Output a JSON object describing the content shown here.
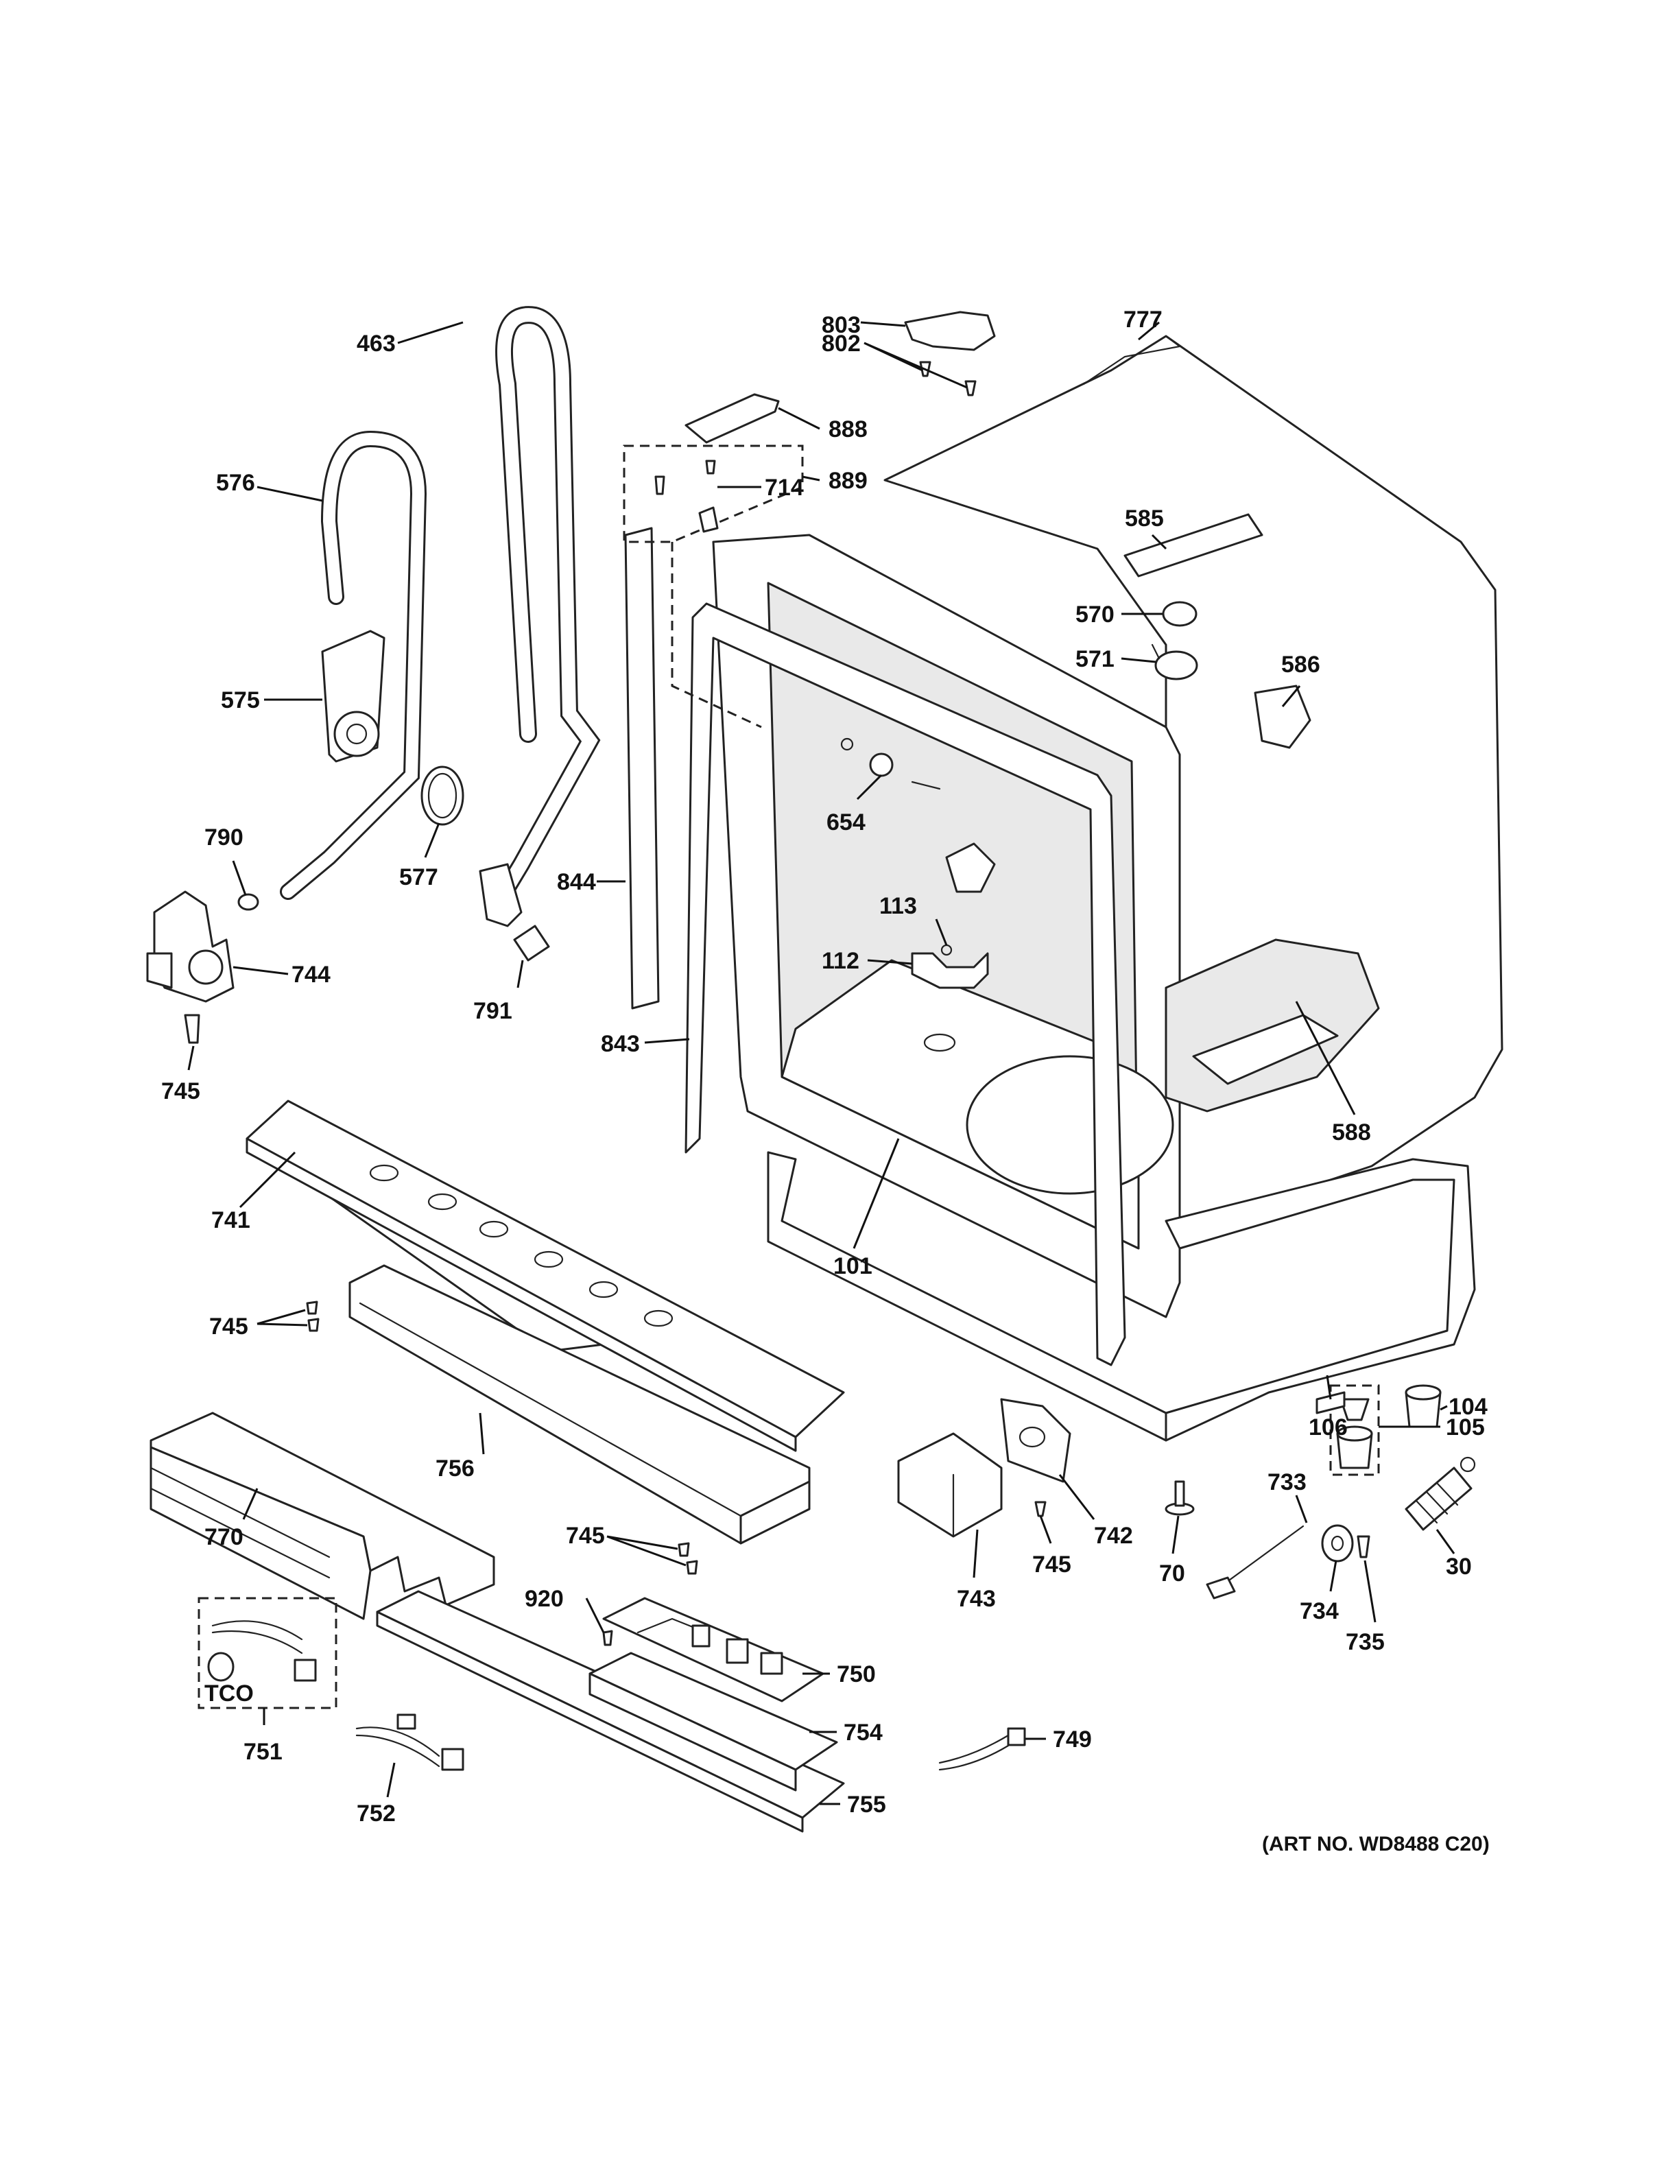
{
  "callouts": [
    {
      "id": "463",
      "text": "463"
    },
    {
      "id": "576",
      "text": "576"
    },
    {
      "id": "575",
      "text": "575"
    },
    {
      "id": "577",
      "text": "577"
    },
    {
      "id": "790",
      "text": "790"
    },
    {
      "id": "744",
      "text": "744"
    },
    {
      "id": "745a",
      "text": "745"
    },
    {
      "id": "791",
      "text": "791"
    },
    {
      "id": "844",
      "text": "844"
    },
    {
      "id": "843",
      "text": "843"
    },
    {
      "id": "803",
      "text": "803"
    },
    {
      "id": "802",
      "text": "802"
    },
    {
      "id": "888",
      "text": "888"
    },
    {
      "id": "714",
      "text": "714"
    },
    {
      "id": "889",
      "text": "889"
    },
    {
      "id": "777",
      "text": "777"
    },
    {
      "id": "585",
      "text": "585"
    },
    {
      "id": "570",
      "text": "570"
    },
    {
      "id": "571",
      "text": "571"
    },
    {
      "id": "586",
      "text": "586"
    },
    {
      "id": "654",
      "text": "654"
    },
    {
      "id": "113",
      "text": "113"
    },
    {
      "id": "112",
      "text": "112"
    },
    {
      "id": "588",
      "text": "588"
    },
    {
      "id": "101",
      "text": "101"
    },
    {
      "id": "741",
      "text": "741"
    },
    {
      "id": "745b",
      "text": "745"
    },
    {
      "id": "756",
      "text": "756"
    },
    {
      "id": "770",
      "text": "770"
    },
    {
      "id": "745c",
      "text": "745"
    },
    {
      "id": "920",
      "text": "920"
    },
    {
      "id": "750",
      "text": "750"
    },
    {
      "id": "754",
      "text": "754"
    },
    {
      "id": "755",
      "text": "755"
    },
    {
      "id": "751",
      "text": "751"
    },
    {
      "id": "tco",
      "text": "TCO"
    },
    {
      "id": "752",
      "text": "752"
    },
    {
      "id": "749",
      "text": "749"
    },
    {
      "id": "743",
      "text": "743"
    },
    {
      "id": "742",
      "text": "742"
    },
    {
      "id": "745d",
      "text": "745"
    },
    {
      "id": "104",
      "text": "104"
    },
    {
      "id": "106",
      "text": "106"
    },
    {
      "id": "105",
      "text": "105"
    },
    {
      "id": "733",
      "text": "733"
    },
    {
      "id": "70",
      "text": "70"
    },
    {
      "id": "734",
      "text": "734"
    },
    {
      "id": "735",
      "text": "735"
    },
    {
      "id": "30",
      "text": "30"
    }
  ],
  "art_number": "(ART NO. WD8488 C20)"
}
